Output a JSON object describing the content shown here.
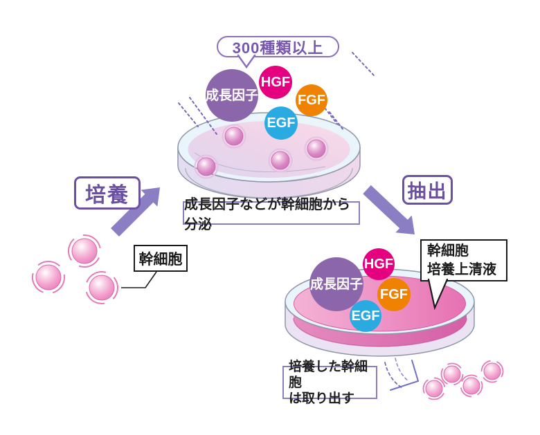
{
  "diagram": {
    "bubble_top": "300種類以上",
    "factors": {
      "growth": "成長因子",
      "hgf": "HGF",
      "fgf": "FGF",
      "egf": "EGF"
    },
    "steps": {
      "culture": "培養",
      "extract": "抽出"
    },
    "notes": {
      "secretion": "成長因子などが幹細胞から分泌",
      "stem_cell": "幹細胞",
      "supernatant_l1": "幹細胞",
      "supernatant_l2": "培養上清液",
      "remove_l1": "培養した幹細胞",
      "remove_l2": "は取り出す"
    },
    "colors": {
      "growth_factor_purple": "#8c66aa",
      "hgf_magenta": "#e4007f",
      "fgf_orange": "#ef8200",
      "egf_cyan": "#29abe2",
      "arrow_purple": "#8b7ec3",
      "step_frame_purple": "#6b4fa0",
      "note_frame_purple": "#8d7cc4",
      "bubble_frame_purple": "#8a6fc0",
      "cell_pink": "#ee8fc2",
      "supernatant_pink": "#e06aae"
    }
  }
}
